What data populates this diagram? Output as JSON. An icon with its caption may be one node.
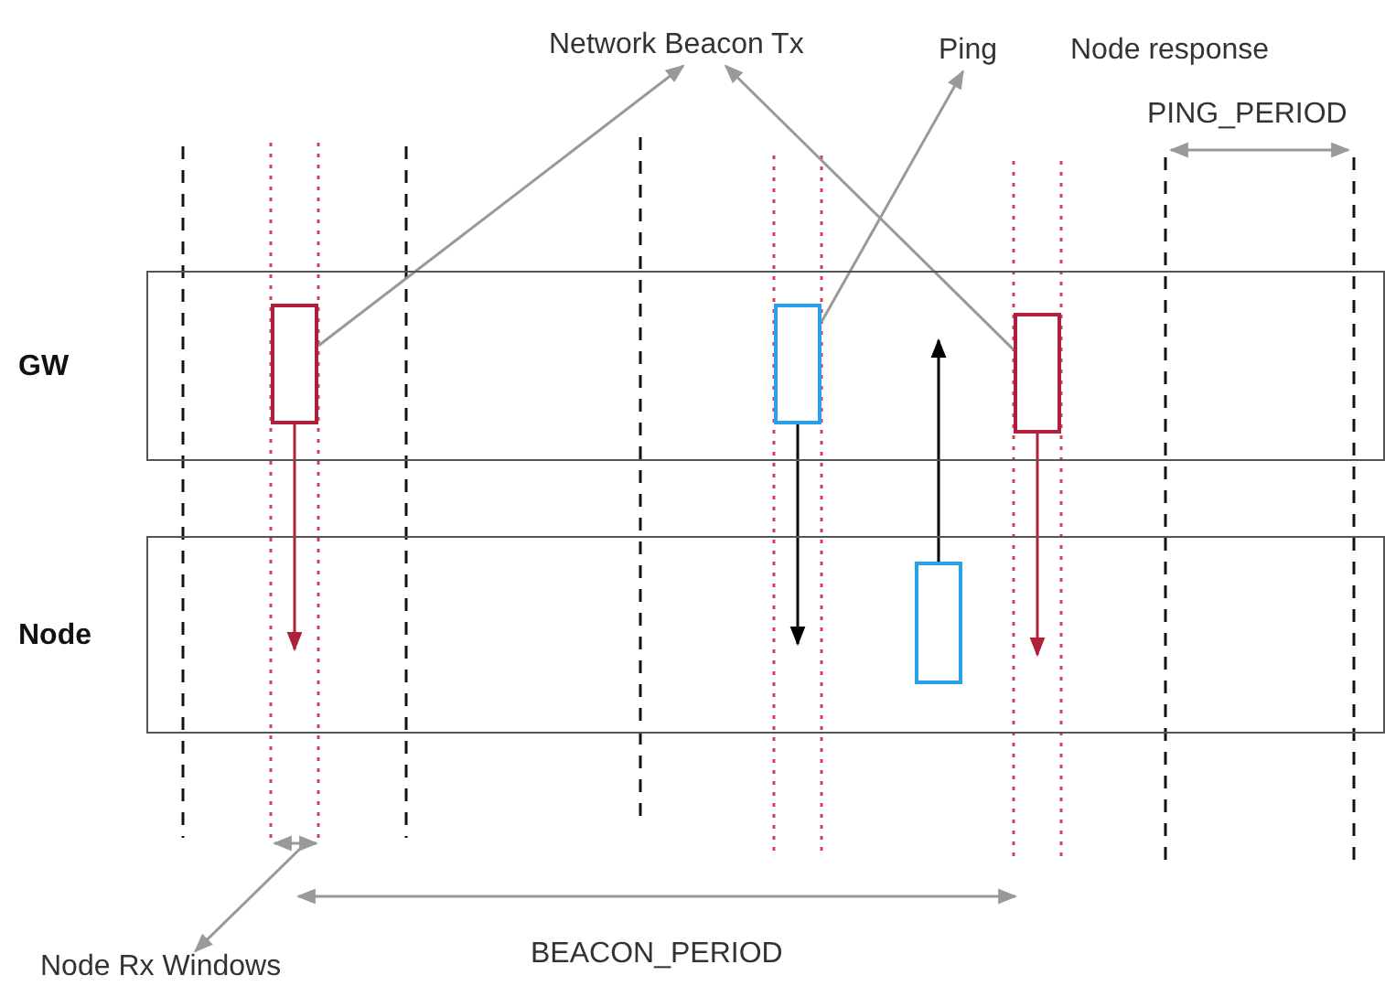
{
  "diagram": {
    "nodes": [
      {
        "text": [
          "Network Beacon Tx"
        ]
      },
      {
        "text": [
          "Ping"
        ]
      },
      {
        "text": [
          "GW"
        ]
      },
      {
        "text": [
          "Node"
        ]
      },
      {
        "text": [],
        "shape": "box",
        "in": 2
      },
      {
        "text": [],
        "shape": "box",
        "in": 2
      },
      {
        "text": [],
        "shape": "box",
        "in": 2
      },
      {
        "text": [],
        "shape": "box",
        "in": 3
      },
      {
        "text": [
          "Node Rx Windows"
        ]
      }
    ],
    "edges": [
      {
        "from": 4,
        "to": 3,
        "arrow": "to",
        "color": "#b0203a"
      },
      {
        "from": 5,
        "to": 3,
        "arrow": "to",
        "color": "#000000"
      },
      {
        "from": 7,
        "to": 2,
        "arrow": "to",
        "color": "#000000"
      },
      {
        "from": 6,
        "to": 3,
        "arrow": "to",
        "color": "#b0203a"
      },
      {
        "from": 4,
        "to": 0,
        "arrow": "to"
      },
      {
        "from": 5,
        "to": 1,
        "arrow": "to"
      },
      {
        "from": 6,
        "to": 0,
        "arrow": "to"
      },
      {
        "from": null,
        "to": 8,
        "arrow": "to"
      }
    ],
    "labels": [
      "Node response",
      "PING_PERIOD",
      "BEACON_PERIOD"
    ]
  }
}
